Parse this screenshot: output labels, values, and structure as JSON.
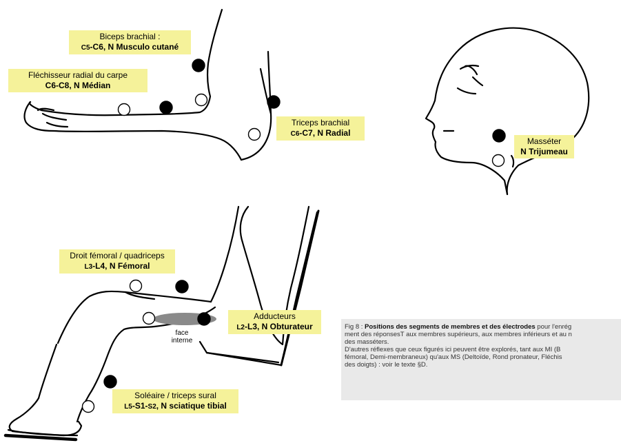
{
  "labels": {
    "biceps": {
      "line1": "Biceps brachial :",
      "line2_prefix": "C5",
      "line2": "-C6, N Musculo cutané"
    },
    "flechisseur": {
      "line1": "Fléchisseur radial du carpe",
      "line2": "C6-C8, N Médian"
    },
    "triceps": {
      "line1": "Triceps brachial",
      "line2_prefix": "C6",
      "line2": "-C7, N Radial"
    },
    "masseter": {
      "line1": "Masséter",
      "line2": "N Trijumeau"
    },
    "droit_femoral": {
      "line1": "Droit fémoral / quadriceps",
      "line2_prefix": "L3",
      "line2": "-L4, N Fémoral"
    },
    "adducteurs": {
      "line1": "Adducteurs",
      "line2_prefix": "L2",
      "line2": "-L3, N Obturateur"
    },
    "soleaire": {
      "line1": "Soléaire / triceps sural",
      "line2_prefix": "L5",
      "line2_mid": "-S1-",
      "line2_prefix2": "S2",
      "line2": ", N sciatique tibial"
    }
  },
  "face_interne": {
    "line1": "face",
    "line2": "interne"
  },
  "caption": {
    "fig": "Fig 8 : ",
    "bold": "Positions des segments de membres et des électrodes",
    "text1": " pour l'enrég",
    "line2": "ment des réponsesT aux membres supérieurs, aux membres inférieurs et au n",
    "line3": "des masséters.",
    "line4": "D'autres réflexes que ceux figurés ici peuvent être explorés, tant aux MI (B",
    "line5": "fémoral, Demi-membraneux) qu'aux MS (Deltoïde, Rond pronateur, Fléchis",
    "line6": "des doigts) : voir le texte §D."
  },
  "colors": {
    "label_bg": "#f5f29a",
    "caption_bg": "#e9e9e9",
    "electrode_active": "#000000",
    "electrode_ref": "#ffffff",
    "adductor_marker": "#8a8a8a"
  }
}
